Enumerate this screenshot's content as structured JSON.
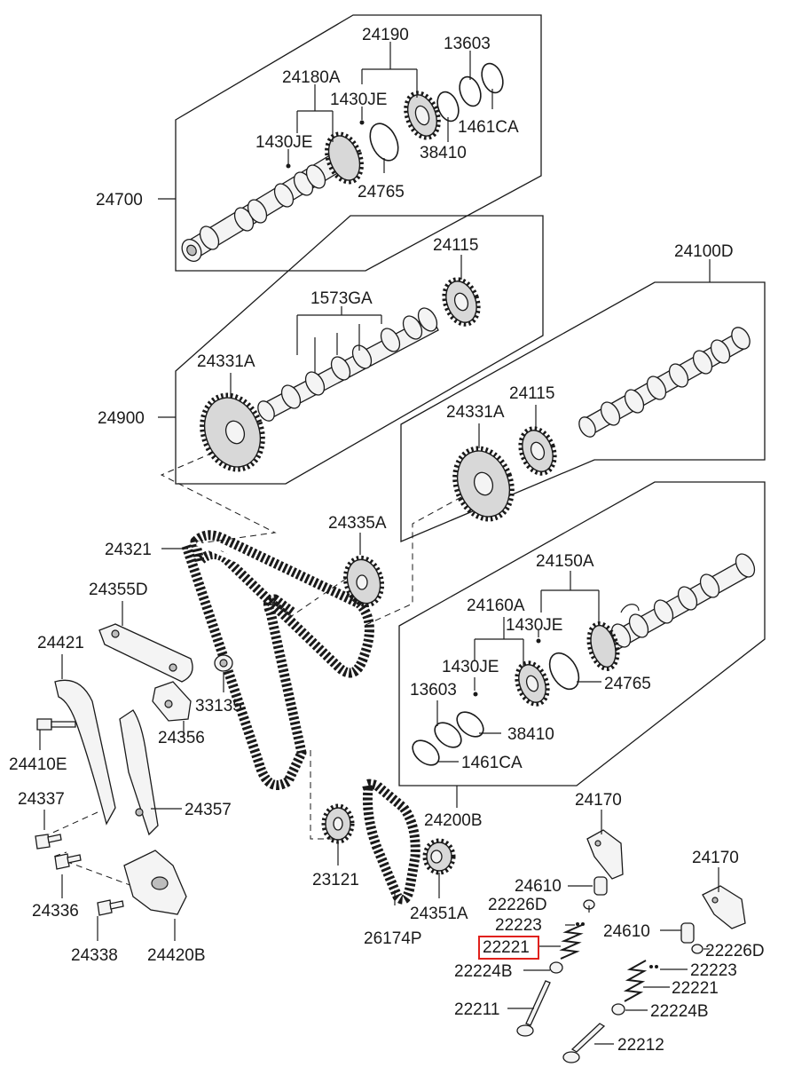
{
  "labels": {
    "l24190": "24190",
    "l13603a": "13603",
    "l24180A": "24180A",
    "l1430JEa": "1430JE",
    "l1430JEb": "1430JE",
    "l1461CAa": "1461CA",
    "l38410a": "38410",
    "l24765a": "24765",
    "l24700": "24700",
    "l24115a": "24115",
    "l24100D": "24100D",
    "l1573GA": "1573GA",
    "l24331Aa": "24331A",
    "l24900": "24900",
    "l24331Ab": "24331A",
    "l24115b": "24115",
    "l24335A": "24335A",
    "l24321": "24321",
    "l24150A": "24150A",
    "l24355D": "24355D",
    "l24160A": "24160A",
    "l1430JEc": "1430JE",
    "l24421": "24421",
    "l1430JEd": "1430JE",
    "l33135": "33135",
    "l24765b": "24765",
    "l13603b": "13603",
    "l24356": "24356",
    "l38410b": "38410",
    "l24410E": "24410E",
    "l1461CAb": "1461CA",
    "l24337": "24337",
    "l24357": "24357",
    "l24200B": "24200B",
    "l24170a": "24170",
    "l23121": "23121",
    "l24170b": "24170",
    "l24336": "24336",
    "l24610a": "24610",
    "l22226Da": "22226D",
    "l24351A": "24351A",
    "l26174P": "26174P",
    "l22223a": "22223",
    "l24610b": "24610",
    "l22221a": "22221",
    "l22226Db": "22226D",
    "l24338": "24338",
    "l24420B": "24420B",
    "l22224Ba": "22224B",
    "l22223b": "22223",
    "l22221b": "22221",
    "l22211": "22211",
    "l22224Bb": "22224B",
    "l22212": "22212"
  },
  "highlight": {
    "part": "22221",
    "color": "#e0201b"
  }
}
